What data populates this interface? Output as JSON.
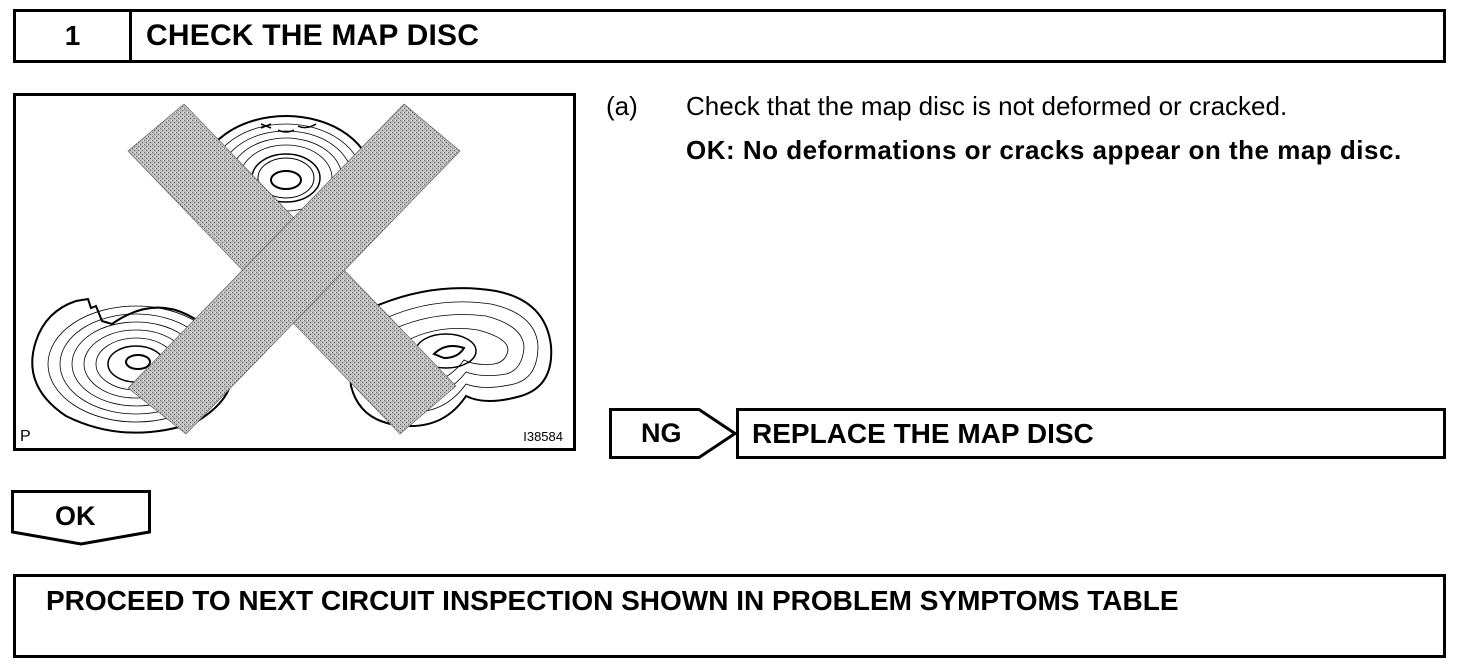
{
  "step": {
    "number": "1",
    "title": "CHECK THE MAP DISC"
  },
  "figure": {
    "code_left": "P",
    "code_right": "I38584",
    "icons": [
      "disc-icon",
      "cracked-disc-icon",
      "warped-disc-icon",
      "cross-mark-icon"
    ]
  },
  "instruction": {
    "label": "(a)",
    "text": "Check that the map disc is not deformed or cracked.",
    "ok_criteria": "OK: No deformations or cracks appear on the map disc."
  },
  "ng_branch": {
    "label": "NG",
    "action": "REPLACE THE MAP DISC"
  },
  "ok_branch": {
    "label": "OK"
  },
  "result": {
    "text": "PROCEED TO NEXT CIRCUIT INSPECTION SHOWN IN PROBLEM SYMPTOMS TABLE"
  }
}
